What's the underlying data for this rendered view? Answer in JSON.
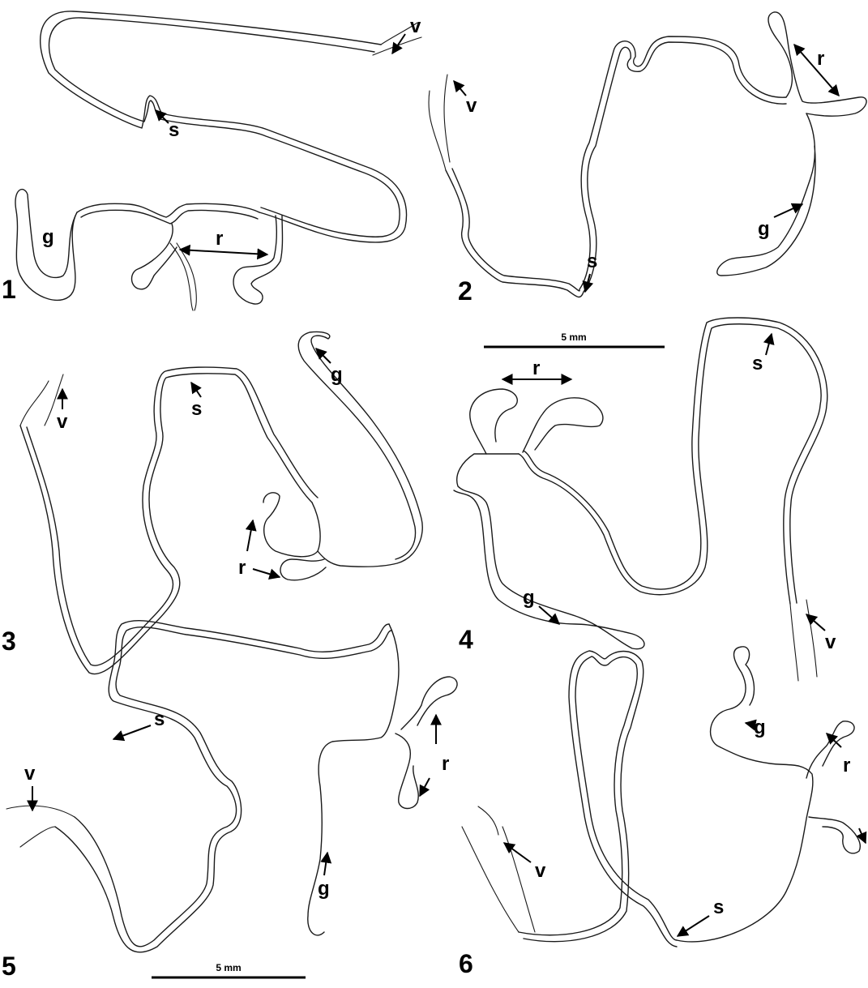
{
  "panels": [
    {
      "number": "1",
      "labels": {
        "v": "v",
        "s": "s",
        "g": "g",
        "r": "r"
      }
    },
    {
      "number": "2",
      "labels": {
        "v": "v",
        "s": "s",
        "g": "g",
        "r": "r"
      }
    },
    {
      "number": "3",
      "labels": {
        "v": "v",
        "s": "s",
        "g": "g",
        "r": "r"
      }
    },
    {
      "number": "4",
      "labels": {
        "v": "v",
        "s": "s",
        "g": "g",
        "r": "r"
      }
    },
    {
      "number": "5",
      "labels": {
        "v": "v",
        "s": "s",
        "g": "g",
        "r": "r"
      }
    },
    {
      "number": "6",
      "labels": {
        "v": "v",
        "s": "s",
        "g": "g",
        "r": "r"
      }
    }
  ],
  "scale_bars": [
    {
      "label": "5 mm"
    },
    {
      "label": "5 mm"
    }
  ],
  "colors": {
    "ink": "#1a1a1a",
    "background": "#ffffff"
  }
}
